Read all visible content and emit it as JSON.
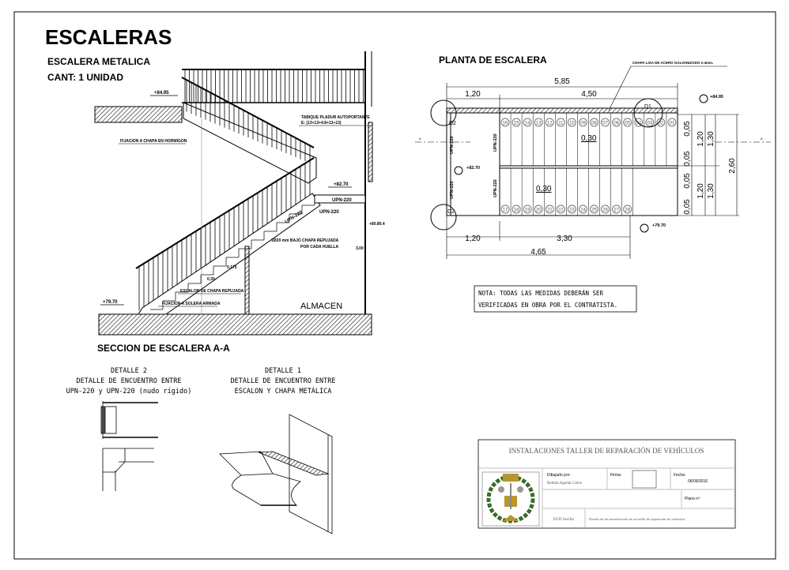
{
  "title": "ESCALERAS",
  "subtitle": "ESCALERA METALICA",
  "quantity": "CANT: 1 UNIDAD",
  "section": {
    "title": "SECCION DE ESCALERA A-A",
    "labels": {
      "level_top": "+84.95",
      "fixing_concrete": "FIJACION A CHAPA EN HORMIGON",
      "partition": "TABIQUE PLADUR AUTOPORTANTE",
      "partition_spec": "E: (13+13+4.8+13+13)",
      "level_mid": "+82.70",
      "upn_landing": "UPN-220",
      "upn_side": "UPN-220",
      "upn_flight": "UPN-220",
      "level_wall": "+80.80.4",
      "rebar": "1Ø20 mm BAJO CHAPA REPUJADA",
      "rebar2": "POR CADA HUELLA",
      "height": "3,00",
      "riser": "0,175",
      "tread": "0,30",
      "step_sheet": "ESCALON DE CHAPA REPUJADA",
      "fixing_slab": "FIJACION A SOLERA ARMADA",
      "level_bottom": "+79.70",
      "storage": "ALMACEN"
    }
  },
  "plan": {
    "title": "PLANTA DE ESCALERA",
    "sheet_note": "CHAPA LISA DE ACERO GALVANIZADO e:4mm.",
    "dims": {
      "total_top": "5,85",
      "landing_top": "1,20",
      "flight_top": "4,50",
      "landing_bottom": "1,20",
      "flight_bottom": "3,30",
      "total_bottom": "4,65",
      "gap1": "0,05",
      "gap2": "0,05",
      "gap3": "0,05",
      "gap4": "0,05",
      "width1": "1,20",
      "width2": "1,20",
      "half1": "1,30",
      "half2": "1,30",
      "total_width": "2,60",
      "tread1": "0,30",
      "tread2": "0,30"
    },
    "levels": {
      "top": "+84.95",
      "mid": "+82.70",
      "bottom": "+79.70"
    },
    "upn_labels": [
      "UPN-220",
      "UPN-220",
      "UPN-220",
      "UPN-220"
    ],
    "detail_marks": {
      "d1": "D1",
      "d2a": "D2",
      "d2b": "D2"
    },
    "section_marks": {
      "left": "A",
      "right": "A"
    },
    "upper_steps": [
      "16",
      "15",
      "14",
      "13",
      "12",
      "11",
      "10",
      "09",
      "08",
      "07",
      "06",
      "05",
      "04",
      "03",
      "02",
      "01"
    ],
    "lower_steps": [
      "17",
      "18",
      "19",
      "20",
      "21",
      "22",
      "23",
      "24",
      "25",
      "26",
      "27",
      "28"
    ]
  },
  "note": {
    "line1": "NOTA: TODAS LAS MEDIDAS DEBERÁN SER",
    "line2": "VERIFICADAS EN OBRA POR EL CONTRATISTA."
  },
  "detail2": {
    "l1": "DETALLE 2",
    "l2": "DETALLE DE ENCUENTRO ENTRE",
    "l3": "UPN-220 y UPN-220 (nudo rígido)"
  },
  "detail1": {
    "l1": "DETALLE 1",
    "l2": "DETALLE DE ENCUENTRO ENTRE",
    "l3": "ESCALON Y CHAPA METÁLICA"
  },
  "title_block": {
    "project": "INSTALACIONES TALLER DE REPARACIÓN DE VEHÍCULOS",
    "drawn_by_label": "Dibujado por:",
    "drawn_by": "Beltrán Aguilar Calvo",
    "signature_label": "Firma:",
    "date_label": "Fecha:",
    "date": "06/09/2016",
    "plan_no_label": "Plano nº:",
    "school": "ESTI Sevilla",
    "description": "Diseño de las instalaciones de un taller de reparación de vehículos"
  },
  "colors": {
    "line": "#000000",
    "hatch": "#777777",
    "logo_green": "#3a6b2a",
    "logo_gold": "#b8962e"
  }
}
